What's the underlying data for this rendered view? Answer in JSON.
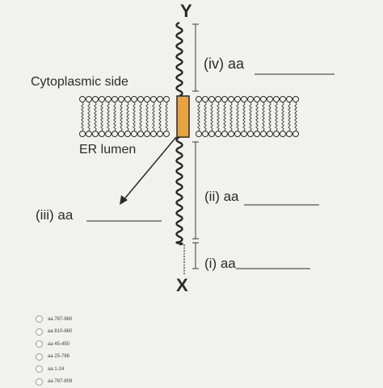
{
  "diagram": {
    "label_cytoplasmic": "Cytoplasmic side",
    "label_er": "ER lumen",
    "terminus_top": "Y",
    "terminus_bottom": "X",
    "label_iv": "(iv) aa",
    "label_ii": "(ii) aa",
    "label_i": "(i) aa",
    "label_iii": "(iii) aa",
    "tm_color": "#e8a33c",
    "line_color": "#2a2a2a"
  },
  "question": {
    "options": [
      {
        "label": "aa 787-860"
      },
      {
        "label": "aa 810-860"
      },
      {
        "label": "aa 45-450"
      },
      {
        "label": "aa 25-786"
      },
      {
        "label": "aa 1-24"
      },
      {
        "label": "aa 787-809"
      }
    ]
  }
}
